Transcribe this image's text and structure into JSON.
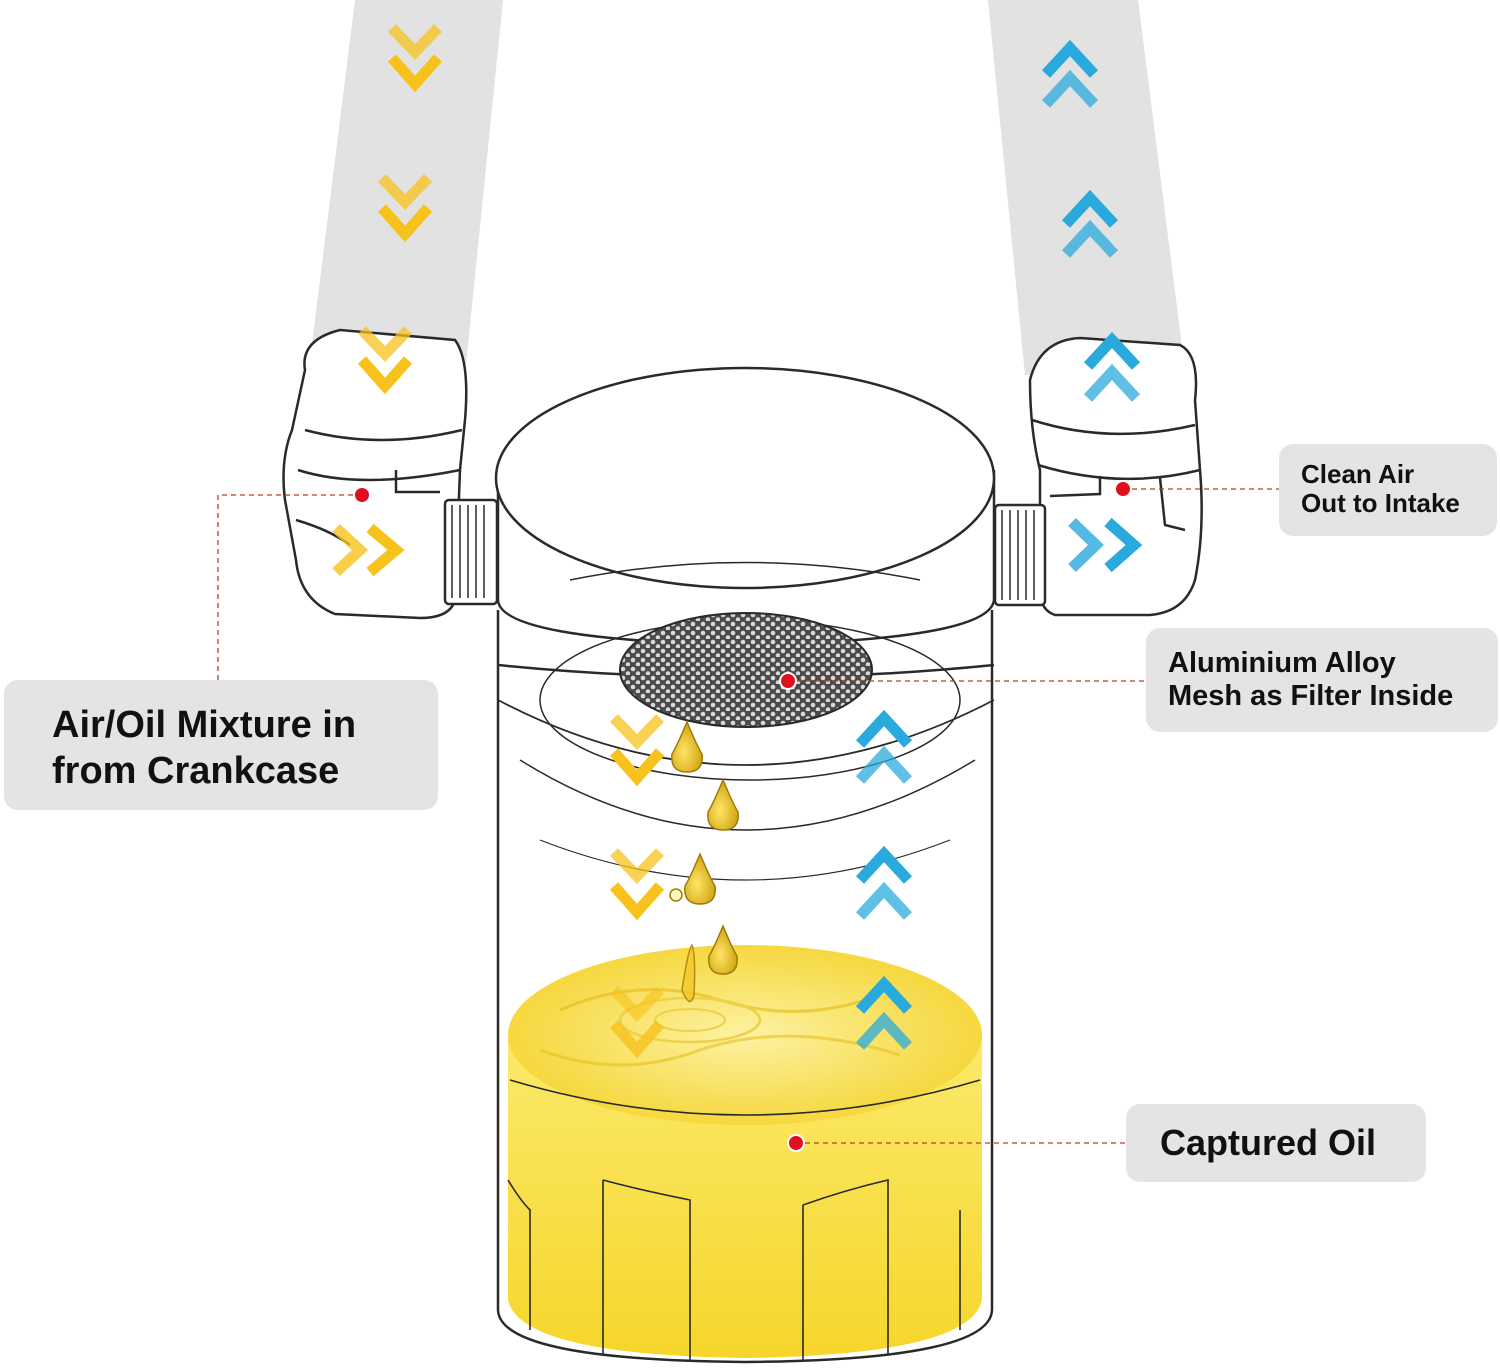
{
  "labels": {
    "inlet": {
      "line1": "Air/Oil Mixture in",
      "line2": "from Crankcase"
    },
    "outlet": {
      "line1": "Clean Air",
      "line2": "Out to Intake"
    },
    "mesh": {
      "line1": "Aluminium Alloy",
      "line2": "Mesh as Filter Inside"
    },
    "oil": {
      "line1": "Captured Oil"
    }
  },
  "colors": {
    "inflow_arrow": "#f7c21c",
    "outflow_arrow": "#29a9dc",
    "oil": "#f8e043",
    "oil_dark": "#e9c21a",
    "hose": "#e2e2e2",
    "outline": "#2a2a2a",
    "callout_dot": "#e0101e",
    "callout_line": "#c0392b",
    "label_bg": "#e4e4e4"
  },
  "icons": {
    "inflow": "chevron-down-double-icon",
    "inflow_side": "chevron-right-double-icon",
    "outflow": "chevron-up-double-icon",
    "outflow_side": "chevron-right-double-icon",
    "drop": "oil-drop-icon"
  }
}
